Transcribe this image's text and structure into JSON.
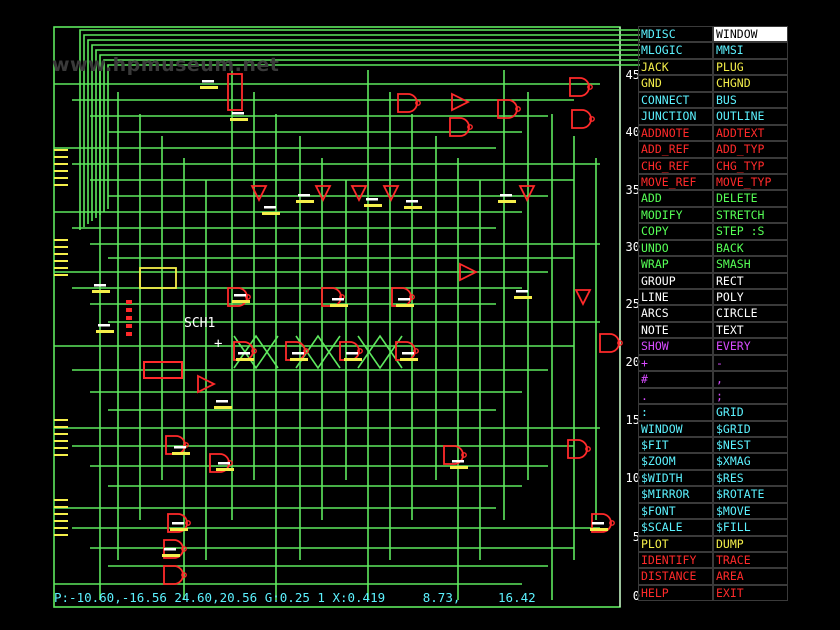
{
  "watermark": "www.hpmuseum.net",
  "sheet_label": "SCH1",
  "cursor_symbol": "+",
  "colors": {
    "wire": "#5ee85e",
    "component": "#ff2a2a",
    "pin_label": "#f4ee4a",
    "text": "#ffffff",
    "menu_cyan": "#5cf2ff"
  },
  "scale_labels": [
    "45",
    "40",
    "35",
    "30",
    "25",
    "20",
    "15",
    "10",
    "5",
    "0"
  ],
  "menu": [
    {
      "left": {
        "label": "MDISC",
        "color": "cyan"
      },
      "right": {
        "label": "WINDOW",
        "color": "cyan",
        "selected": true
      }
    },
    {
      "left": {
        "label": "MLOGIC",
        "color": "cyan"
      },
      "right": {
        "label": "MMSI",
        "color": "cyan"
      }
    },
    {
      "left": {
        "label": "JACK",
        "color": "yellow"
      },
      "right": {
        "label": "PLUG",
        "color": "yellow"
      }
    },
    {
      "left": {
        "label": "GND",
        "color": "yellow"
      },
      "right": {
        "label": "CHGND",
        "color": "yellow"
      }
    },
    {
      "left": {
        "label": "CONNECT",
        "color": "cyan"
      },
      "right": {
        "label": "BUS",
        "color": "cyan"
      }
    },
    {
      "left": {
        "label": "JUNCTION",
        "color": "cyan"
      },
      "right": {
        "label": "OUTLINE",
        "color": "cyan"
      }
    },
    {
      "left": {
        "label": "ADDNOTE",
        "color": "red"
      },
      "right": {
        "label": "ADDTEXT",
        "color": "red"
      }
    },
    {
      "left": {
        "label": "ADD_REF",
        "color": "red"
      },
      "right": {
        "label": "ADD_TYP",
        "color": "red"
      }
    },
    {
      "left": {
        "label": "CHG_REF",
        "color": "red"
      },
      "right": {
        "label": "CHG_TYP",
        "color": "red"
      }
    },
    {
      "left": {
        "label": "MOVE_REF",
        "color": "red"
      },
      "right": {
        "label": "MOVE_TYP",
        "color": "red"
      }
    },
    {
      "left": {
        "label": "ADD",
        "color": "green"
      },
      "right": {
        "label": "DELETE",
        "color": "green"
      }
    },
    {
      "left": {
        "label": "MODIFY",
        "color": "green"
      },
      "right": {
        "label": "STRETCH",
        "color": "green"
      }
    },
    {
      "left": {
        "label": "COPY",
        "color": "green"
      },
      "right": {
        "label": "STEP :S",
        "color": "green"
      }
    },
    {
      "left": {
        "label": "UNDO",
        "color": "green"
      },
      "right": {
        "label": "BACK",
        "color": "green"
      }
    },
    {
      "left": {
        "label": "WRAP",
        "color": "green"
      },
      "right": {
        "label": "SMASH",
        "color": "green"
      }
    },
    {
      "left": {
        "label": "GROUP",
        "color": "white"
      },
      "right": {
        "label": "RECT",
        "color": "white"
      }
    },
    {
      "left": {
        "label": "LINE",
        "color": "white"
      },
      "right": {
        "label": "POLY",
        "color": "white"
      }
    },
    {
      "left": {
        "label": "ARCS",
        "color": "white"
      },
      "right": {
        "label": "CIRCLE",
        "color": "white"
      }
    },
    {
      "left": {
        "label": "NOTE",
        "color": "white"
      },
      "right": {
        "label": "TEXT",
        "color": "white"
      }
    },
    {
      "left": {
        "label": "SHOW",
        "color": "magenta"
      },
      "right": {
        "label": "EVERY",
        "color": "magenta"
      }
    },
    {
      "left": {
        "label": " +",
        "color": "magenta"
      },
      "right": {
        "label": " -",
        "color": "magenta"
      }
    },
    {
      "left": {
        "label": " #",
        "color": "magenta"
      },
      "right": {
        "label": " ,",
        "color": "magenta"
      }
    },
    {
      "left": {
        "label": " .",
        "color": "magenta"
      },
      "right": {
        "label": " ;",
        "color": "magenta"
      }
    },
    {
      "left": {
        "label": " :",
        "color": "cyan"
      },
      "right": {
        "label": "GRID",
        "color": "cyan"
      }
    },
    {
      "left": {
        "label": "WINDOW",
        "color": "cyan"
      },
      "right": {
        "label": " $GRID",
        "color": "cyan"
      }
    },
    {
      "left": {
        "label": " $FIT",
        "color": "cyan"
      },
      "right": {
        "label": " $NEST",
        "color": "cyan"
      }
    },
    {
      "left": {
        "label": " $ZOOM",
        "color": "cyan"
      },
      "right": {
        "label": " $XMAG",
        "color": "cyan"
      }
    },
    {
      "left": {
        "label": " $WIDTH",
        "color": "cyan"
      },
      "right": {
        "label": " $RES",
        "color": "cyan"
      }
    },
    {
      "left": {
        "label": " $MIRROR",
        "color": "cyan"
      },
      "right": {
        "label": " $ROTATE",
        "color": "cyan"
      }
    },
    {
      "left": {
        "label": " $FONT",
        "color": "cyan"
      },
      "right": {
        "label": " $MOVE",
        "color": "cyan"
      }
    },
    {
      "left": {
        "label": " $SCALE",
        "color": "cyan"
      },
      "right": {
        "label": " $FILL",
        "color": "cyan"
      }
    },
    {
      "left": {
        "label": "PLOT",
        "color": "yellow"
      },
      "right": {
        "label": "DUMP",
        "color": "yellow"
      }
    },
    {
      "left": {
        "label": "IDENTIFY",
        "color": "red"
      },
      "right": {
        "label": "TRACE",
        "color": "red"
      }
    },
    {
      "left": {
        "label": "DISTANCE",
        "color": "red"
      },
      "right": {
        "label": "AREA",
        "color": "red"
      }
    },
    {
      "left": {
        "label": "HELP",
        "color": "red"
      },
      "right": {
        "label": "EXIT",
        "color": "red"
      }
    }
  ],
  "status": {
    "text": "P:-10.60,-16.56 24.60,20.56 G:0.25 1 X:0.419     8.73,     16.42"
  }
}
